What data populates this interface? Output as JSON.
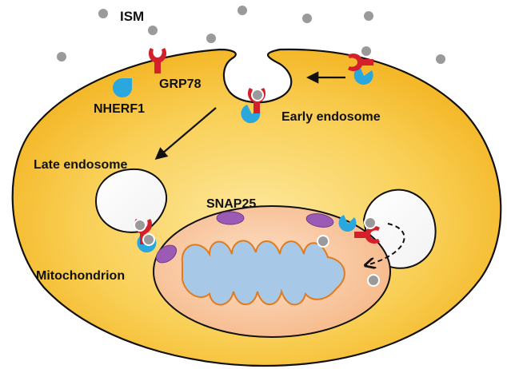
{
  "labels": {
    "ism": "ISM",
    "grp78": "GRP78",
    "nherf1": "NHERF1",
    "early_endosome": "Early endosome",
    "late_endosome": "Late endosome",
    "snap25": "SNAP25",
    "mitochondrion": "Mitochondrion"
  },
  "colors": {
    "cell_fill_light": "#fde9a0",
    "cell_fill_dark": "#f3b21e",
    "cell_outline": "#111111",
    "grp78": "#d4202a",
    "nherf1": "#2aa7dd",
    "snap25": "#9b5bb5",
    "ism_particle": "#9a9a9a",
    "mito_outer": "#f6b98a",
    "mito_border": "#e07b1e",
    "mito_cristae": "#a8c8e8"
  }
}
